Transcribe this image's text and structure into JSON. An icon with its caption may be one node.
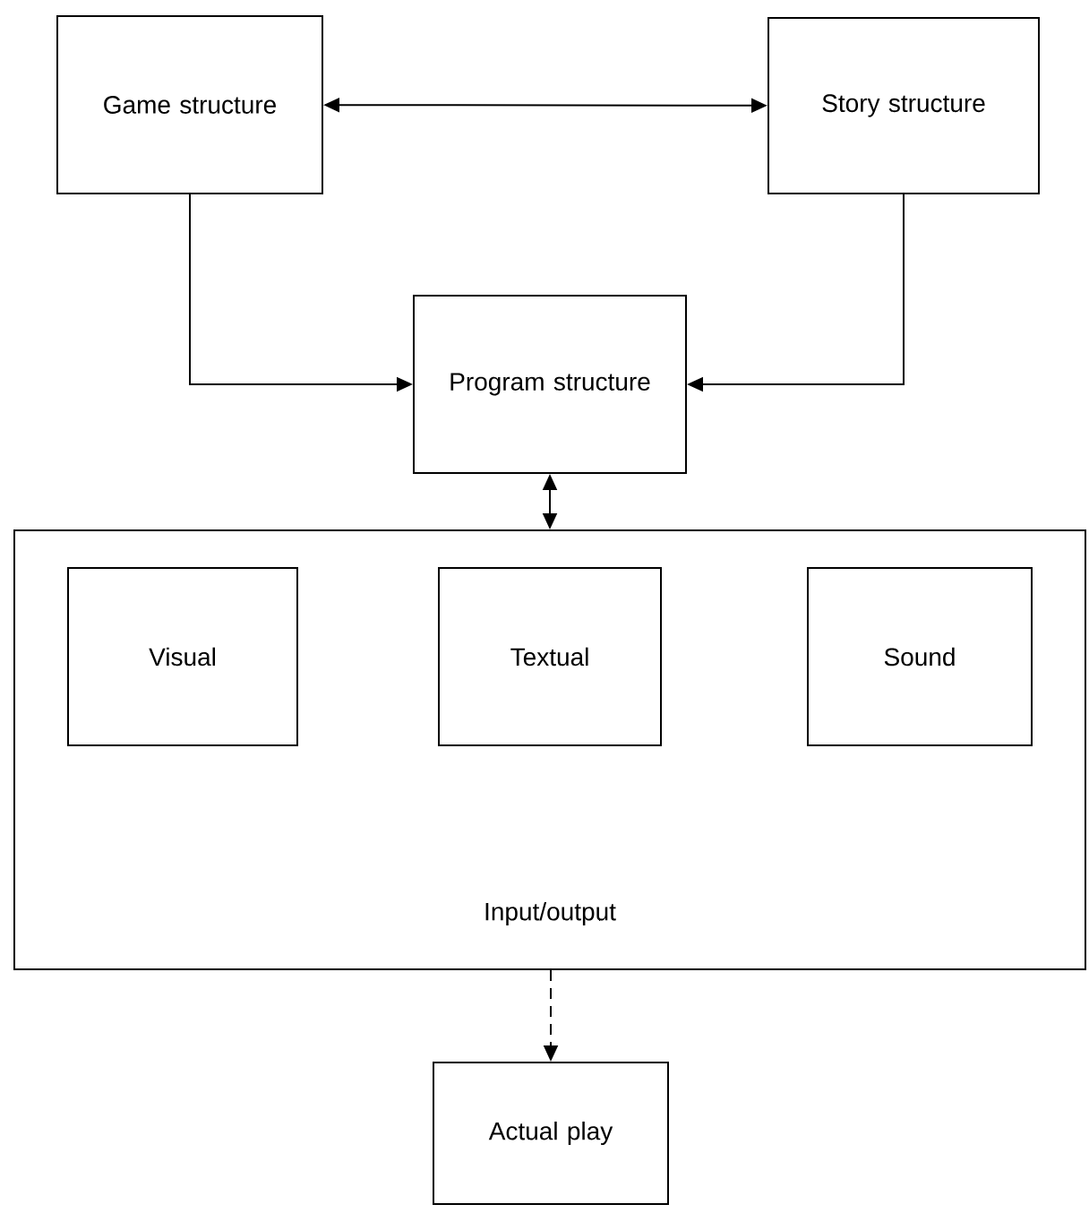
{
  "diagram": {
    "nodes": [
      {
        "text": [
          "Game structure"
        ]
      },
      {
        "text": [
          "Story structure"
        ]
      },
      {
        "text": [
          "Program structure"
        ]
      },
      {
        "text": [
          "Input/output"
        ]
      },
      {
        "text": [
          "Visual"
        ],
        "in": 3
      },
      {
        "text": [
          "Textual"
        ],
        "in": 3
      },
      {
        "text": [
          "Sound"
        ],
        "in": 3
      },
      {
        "text": [
          "Actual play"
        ]
      }
    ],
    "edges": [
      {
        "from": 0,
        "to": 1,
        "arrow": "both"
      },
      {
        "from": 0,
        "to": 2,
        "arrow": "to"
      },
      {
        "from": 1,
        "to": 2,
        "arrow": "to"
      },
      {
        "from": 2,
        "to": 3,
        "arrow": "both"
      },
      {
        "from": 3,
        "to": 7,
        "arrow": "to",
        "style": "dashed"
      }
    ]
  }
}
